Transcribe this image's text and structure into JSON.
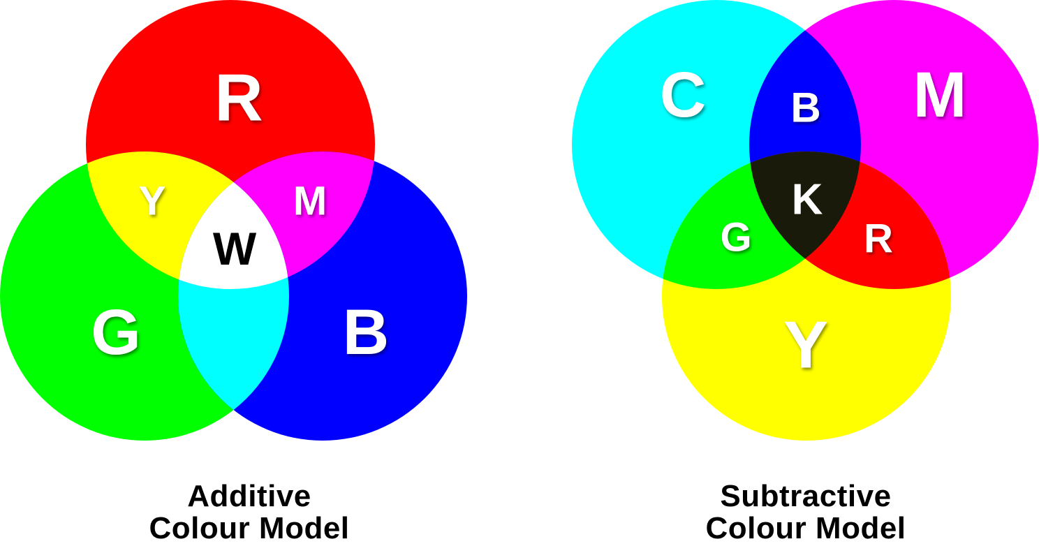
{
  "additive": {
    "caption_line1": "Additive",
    "caption_line2": "Colour Model",
    "labels": {
      "red": "R",
      "green": "G",
      "blue": "B",
      "yellow": "Y",
      "magenta": "M",
      "cyan": "",
      "white": "W"
    },
    "colors": {
      "red": "#ff0000",
      "green": "#00ff00",
      "blue": "#0000ff",
      "yellow": "#ffff00",
      "magenta": "#ff00ff",
      "cyan": "#00ffff",
      "white": "#ffffff"
    }
  },
  "subtractive": {
    "caption_line1": "Subtractive",
    "caption_line2": "Colour Model",
    "labels": {
      "cyan": "C",
      "magenta": "M",
      "yellow": "Y",
      "blue": "B",
      "green": "G",
      "red": "R",
      "black": "K"
    },
    "colors": {
      "cyan": "#00ffff",
      "magenta": "#ff00ff",
      "yellow": "#ffff00",
      "blue": "#0000ff",
      "green": "#00ff00",
      "red": "#ff0000",
      "black": "#1a1a0a"
    }
  }
}
